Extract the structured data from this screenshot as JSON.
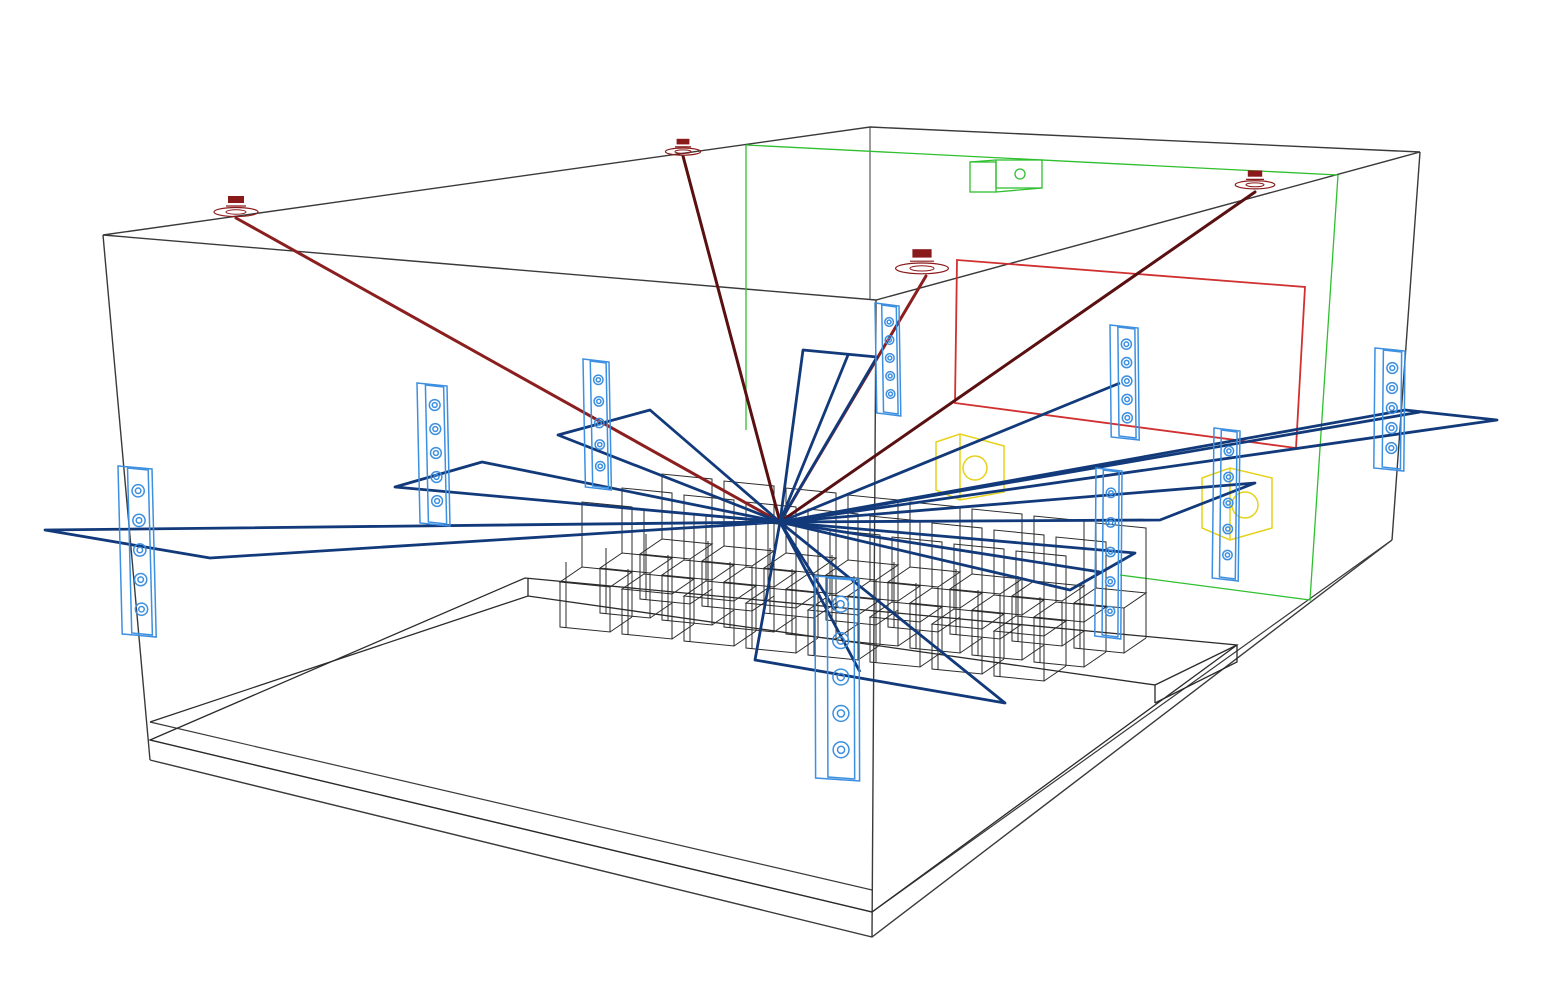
{
  "diagram": {
    "colors": {
      "room": "#3a3a3a",
      "seating": "#2b2b2b",
      "surround_speaker": "#3d8fe0",
      "ceiling_speaker": "#8a1a1a",
      "overhead_ray": "#8b1e1e",
      "listener_ray": "#123a7a",
      "screen": "#d03030",
      "front_wall": "#2fbf2f",
      "subwoofer": "#e6d21a"
    },
    "icons": {
      "surround_speaker": "speaker-column-icon",
      "ceiling_speaker": "ceiling-speaker-icon",
      "subwoofer": "subwoofer-icon",
      "center_speaker": "center-speaker-icon"
    },
    "counts": {
      "surround_speakers": 9,
      "ceiling_speakers": 4,
      "subwoofers": 2
    }
  }
}
